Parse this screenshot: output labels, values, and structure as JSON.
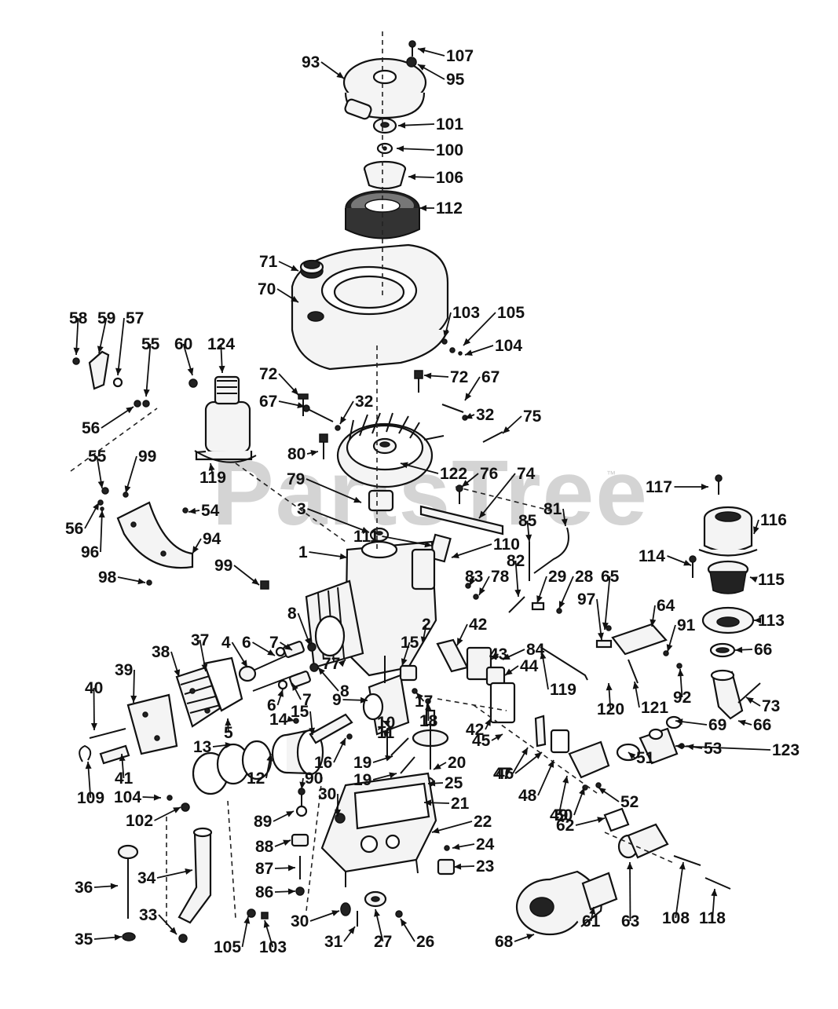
{
  "watermark": {
    "text": "PartsTree",
    "mark": "™"
  },
  "callouts": [
    "107",
    "93",
    "95",
    "101",
    "100",
    "106",
    "112",
    "71",
    "70",
    "103",
    "105",
    "104",
    "58",
    "59",
    "57",
    "55",
    "60",
    "124",
    "56",
    "72",
    "72",
    "67",
    "32",
    "67",
    "32",
    "75",
    "80",
    "79",
    "122",
    "76",
    "74",
    "117",
    "116",
    "55",
    "99",
    "56",
    "96",
    "54",
    "94",
    "119",
    "3",
    "111",
    "110",
    "85",
    "81",
    "114",
    "115",
    "98",
    "99",
    "1",
    "83",
    "78",
    "82",
    "29",
    "28",
    "97",
    "65",
    "113",
    "8",
    "7",
    "6",
    "4",
    "37",
    "38",
    "39",
    "2",
    "42",
    "84",
    "64",
    "91",
    "66",
    "15",
    "43",
    "44",
    "77",
    "8",
    "7",
    "6",
    "40",
    "9",
    "17",
    "18",
    "119",
    "121",
    "92",
    "73",
    "5",
    "14",
    "15",
    "10",
    "11",
    "42",
    "45",
    "120",
    "66",
    "69",
    "13",
    "16",
    "19",
    "20",
    "47",
    "46",
    "53",
    "123",
    "41",
    "12",
    "19",
    "25",
    "48",
    "51",
    "109",
    "104",
    "90",
    "21",
    "49",
    "50",
    "52",
    "102",
    "30",
    "89",
    "22",
    "62",
    "88",
    "24",
    "87",
    "23",
    "36",
    "34",
    "86",
    "33",
    "35",
    "105",
    "103",
    "30",
    "31",
    "27",
    "26",
    "68",
    "61",
    "63",
    "108",
    "118"
  ]
}
